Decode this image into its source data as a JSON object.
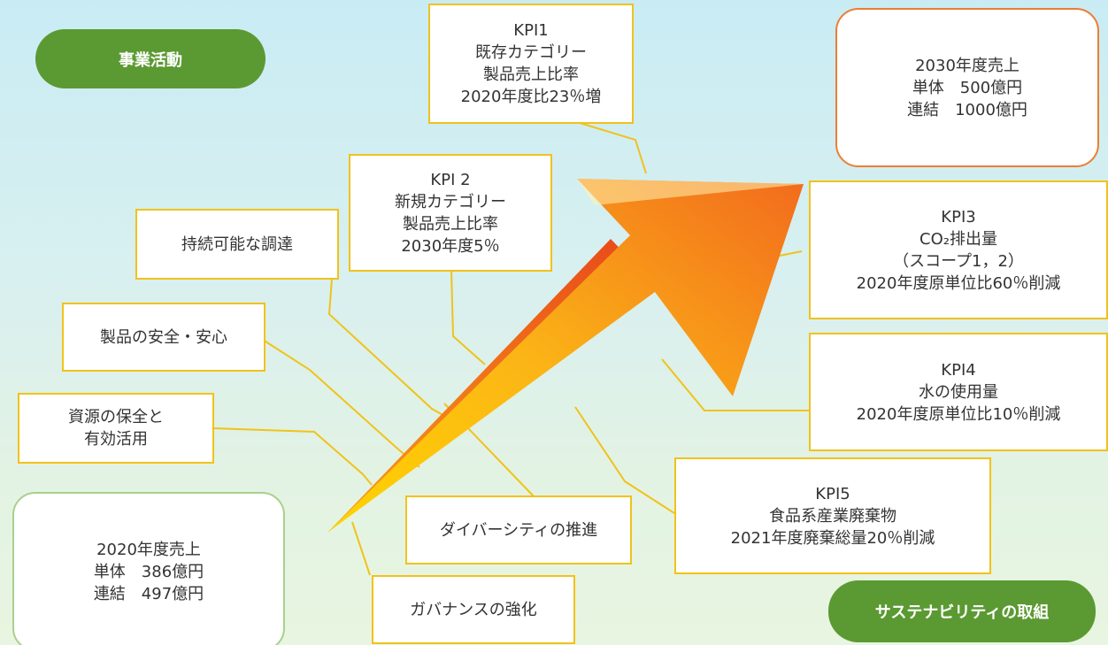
{
  "labels": {
    "business": "事業活動",
    "sustainability": "サステナビリティの取組"
  },
  "sales_2020": [
    "2020年度売上",
    "単体　386億円",
    "連結　497億円"
  ],
  "sales_2030": [
    "2030年度売上",
    "単体　500億円",
    "連結　1000億円"
  ],
  "kpis": {
    "kpi1": [
      "KPI1",
      "既存カテゴリー",
      "製品売上比率",
      "2020年度比23％増"
    ],
    "kpi2": [
      "KPI 2",
      "新規カテゴリー",
      "製品売上比率",
      "2030年度5％"
    ],
    "kpi3": [
      "KPI3",
      "CO₂排出量",
      "（スコープ1，2）",
      "2020年度原単位比60％削減"
    ],
    "kpi4": [
      "KPI4",
      "水の使用量",
      "2020年度原単位比10％削減"
    ],
    "kpi5": [
      "KPI5",
      "食品系産業廃棄物",
      "2021年度廃棄総量20％削減"
    ]
  },
  "initiatives": {
    "procurement": "持続可能な調達",
    "safety": "製品の安全・安心",
    "resources": [
      "資源の保全と",
      "有効活用"
    ],
    "diversity": "ダイバーシティの推進",
    "governance": "ガバナンスの強化"
  },
  "colors": {
    "pill_green": "#5b9a32",
    "box_border": "#f1c21b",
    "sales_2020_border": "#a8d08d",
    "sales_2030_border": "#ed7d31",
    "arrow_start": "#ffd000",
    "arrow_end": "#f26522"
  }
}
